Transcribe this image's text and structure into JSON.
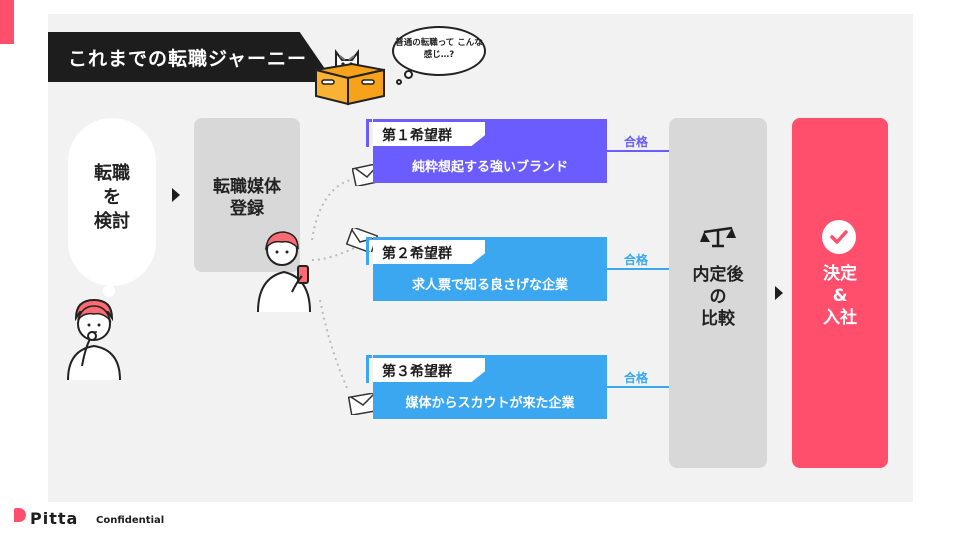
{
  "title": "これまでの転職ジャーニー",
  "thought": "普通の転職って\nこんな感じ…?",
  "step_consider": "転職\nを\n検討",
  "step_register": "転職媒体\n登録",
  "choices": [
    {
      "label": "第１希望群",
      "desc": "純粋想起する強いブランド",
      "pass": "合格",
      "color": "#6b5cff"
    },
    {
      "label": "第２希望群",
      "desc": "求人票で知る良さげな企業",
      "pass": "合格",
      "color": "#3aa7f0"
    },
    {
      "label": "第３希望群",
      "desc": "媒体からスカウトが来た企業",
      "pass": "合格",
      "color": "#3aa7f0"
    }
  ],
  "step_compare": "内定後\nの\n比較",
  "step_decide": "決定\n&\n入社",
  "footer": {
    "logo": "Pitta",
    "confidential": "Confidential"
  },
  "colors": {
    "accent": "#ff4f6d",
    "purple": "#6b5cff",
    "blue": "#3aa7f0",
    "box_gray": "#d8d8d8",
    "panel": "#f2f2f2"
  },
  "icons": [
    "cat-in-box-icon",
    "person-thinking-icon",
    "person-phone-icon",
    "envelope-icon",
    "scale-icon",
    "check-icon"
  ]
}
